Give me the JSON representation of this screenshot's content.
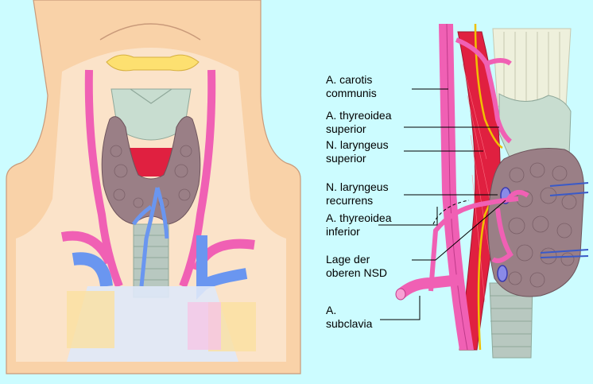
{
  "labels": {
    "carotis": {
      "line1": "A. carotis",
      "line2": "communis"
    },
    "thyreoidea_sup": {
      "line1": "A. thyreoidea",
      "line2": "superior"
    },
    "laryngeus_sup": {
      "line1": "N. laryngeus",
      "line2": "superior"
    },
    "laryngeus_rec": {
      "line1": "N. laryngeus",
      "line2": "recurrens"
    },
    "thyreoidea_inf": {
      "line1": "A. thyreoidea",
      "line2": "inferior"
    },
    "nsd": {
      "line1": "Lage der",
      "line2": "oberen NSD"
    },
    "subclavia": {
      "line1": "A.",
      "line2": "subclavia"
    }
  },
  "colors": {
    "background": "#ccfcff",
    "skin": "#f9d2a8",
    "artery": "#f060b4",
    "vein": "#6a96f0",
    "thyroid": "#9a7f86",
    "cartilage": "#c8ddd0",
    "muscle": "#e02040",
    "nerve": "#f0c000"
  }
}
